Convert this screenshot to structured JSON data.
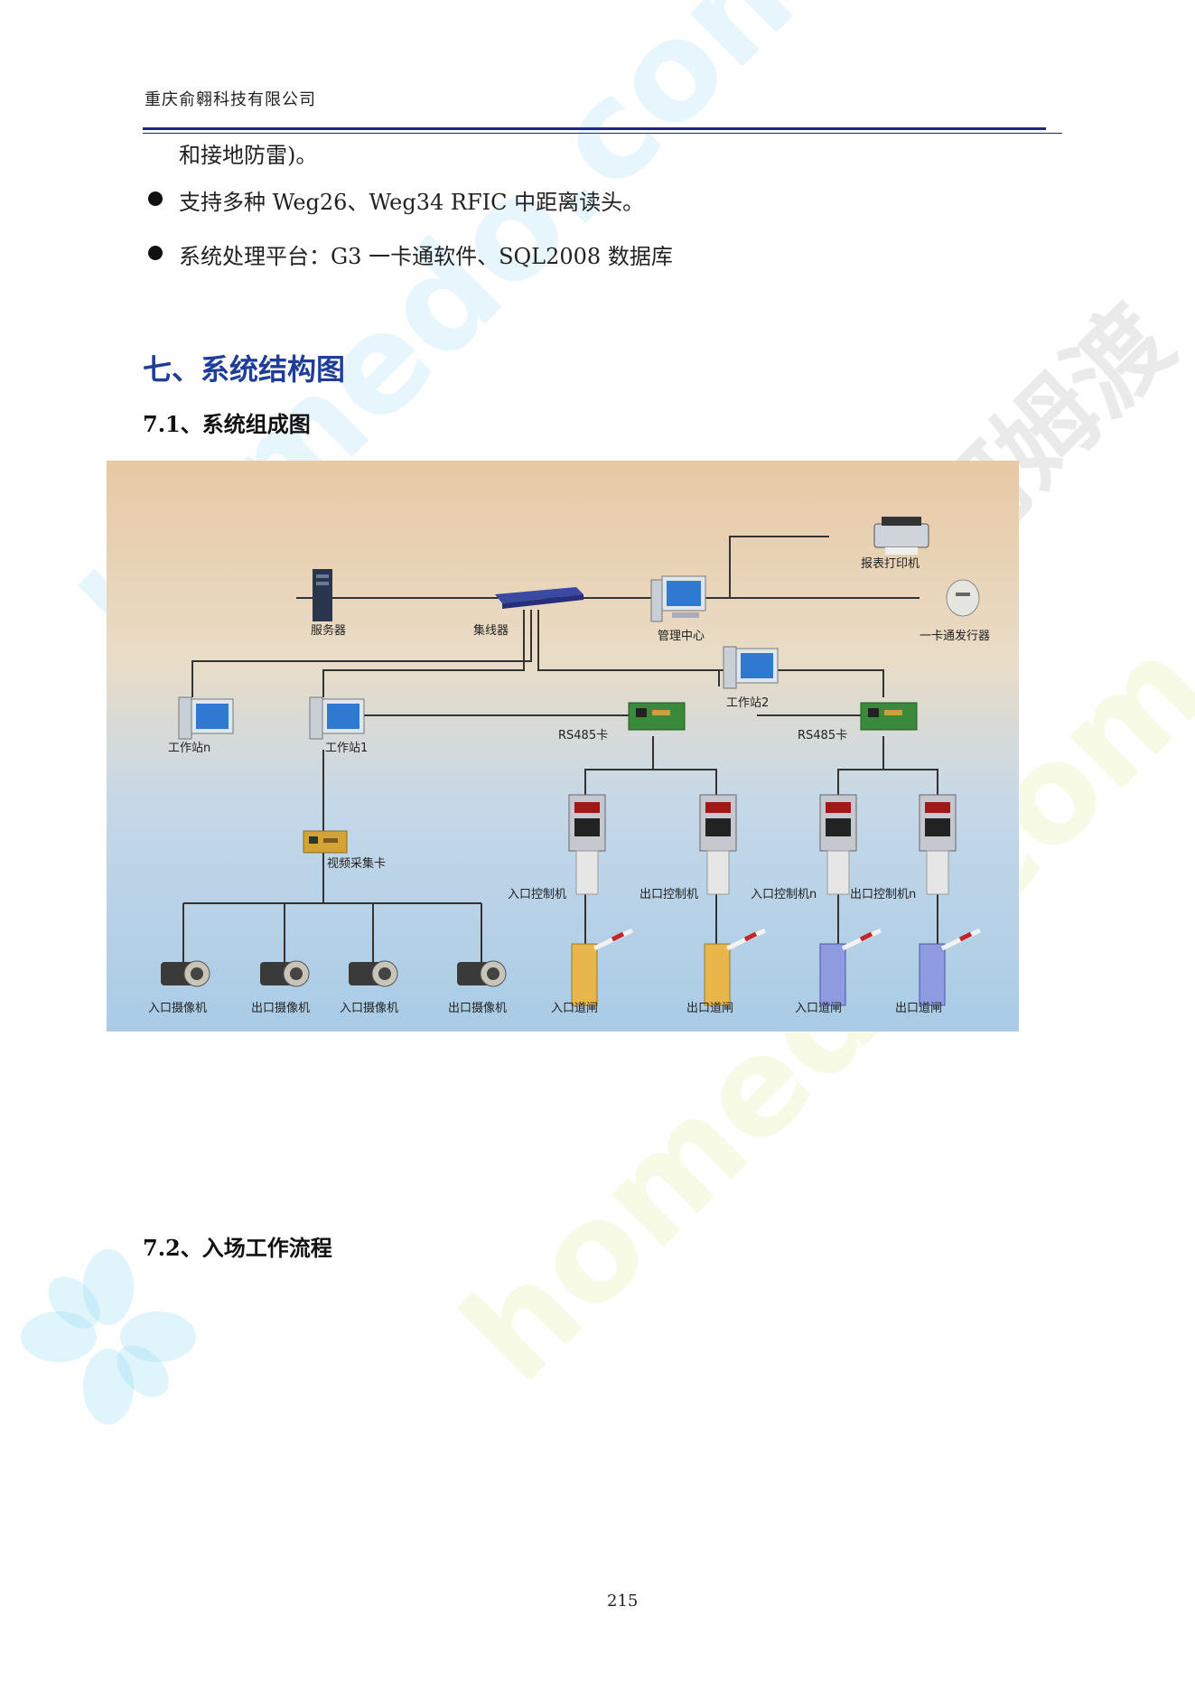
{
  "header": {
    "company": "重庆俞翱科技有限公司"
  },
  "body": {
    "continuation": "和接地防雷)。",
    "bullets": [
      "支持多种 Weg26、Weg34 RFIC 中距离读头。",
      "系统处理平台：G3 一卡通软件、SQL2008 数据库"
    ],
    "section_title": "七、系统结构图",
    "subsection_1": "7.1、系统组成图",
    "subsection_2": "7.2、入场工作流程"
  },
  "diagram": {
    "labels": {
      "printer": "报表打印机",
      "server": "服务器",
      "hub": "集线器",
      "management": "管理中心",
      "card_issuer": "一卡通发行器",
      "workstation_n": "工作站n",
      "workstation_1": "工作站1",
      "workstation_2": "工作站2",
      "rs485_left": "RS485卡",
      "rs485_right": "RS485卡",
      "video_card": "视频采集卡",
      "controllers": [
        "入口控制机",
        "出口控制机",
        "入口控制机n",
        "出口控制机n"
      ],
      "cameras": [
        "入口摄像机",
        "出口摄像机",
        "入口摄像机",
        "出口摄像机"
      ],
      "gates": [
        "入口道闸",
        "出口道闸",
        "入口道闸",
        "出口道闸"
      ]
    },
    "colors": {
      "sky_top": "#e8c9a4",
      "sky_bottom": "#a9cbe6",
      "gate_yellow": "#e8b64a",
      "gate_blue": "#8e9be0"
    }
  },
  "watermark": {
    "text": "homedo.com",
    "brand": "河姆渡"
  },
  "footer": {
    "page_number": "215"
  }
}
